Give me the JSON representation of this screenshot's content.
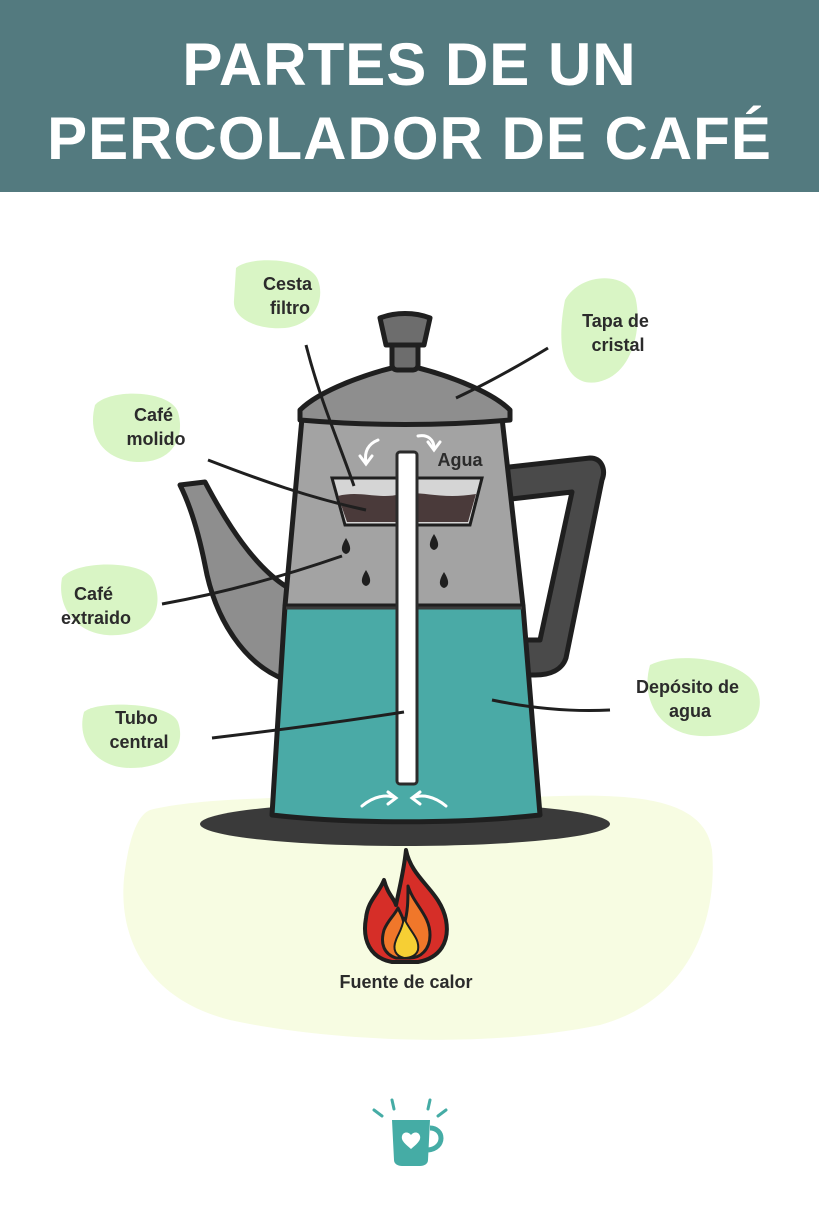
{
  "title": {
    "line1": "PARTES DE UN",
    "line2": "PERCOLADOR DE CAFÉ"
  },
  "labels": {
    "cesta_filtro": [
      "Cesta",
      "filtro"
    ],
    "tapa_cristal": [
      "Tapa de",
      "cristal"
    ],
    "cafe_molido": [
      "Café",
      "molido"
    ],
    "agua": "Agua",
    "cafe_extraido": [
      "Café",
      "extraido"
    ],
    "deposito_agua": [
      "Depósito de",
      "agua"
    ],
    "tubo_central": [
      "Tubo",
      "central"
    ],
    "fuente_calor": "Fuente de calor"
  },
  "colors": {
    "header": "#537a7f",
    "label_blob": "#d9f5c5",
    "ground_blob": "#f7fce2",
    "water": "#4aaaa6",
    "body_gray": "#a3a3a3",
    "lid_gray": "#8e8e8e",
    "handle": "#4a4a4a",
    "coffee": "#4a3a3a",
    "flame_red": "#d62e28",
    "flame_orange": "#f0772a",
    "flame_yellow": "#f6cf34",
    "logo": "#45aca5"
  },
  "icons": [
    "curved-arrow-icon",
    "drop-icon",
    "flame-icon",
    "mug-heart-logo-icon"
  ]
}
